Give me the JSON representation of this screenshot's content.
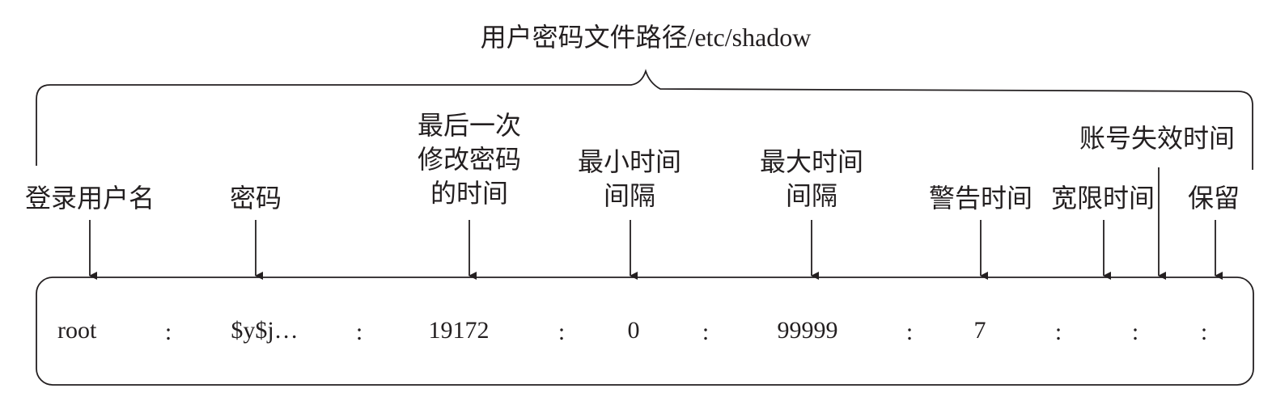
{
  "title": "用户密码文件路径/etc/shadow",
  "fields": [
    {
      "label_lines": [
        "登录用户名"
      ],
      "value": "root"
    },
    {
      "label_lines": [
        "密码"
      ],
      "value": "$y$j…"
    },
    {
      "label_lines": [
        "最后一次",
        "修改密码",
        "的时间"
      ],
      "value": "19172"
    },
    {
      "label_lines": [
        "最小时间",
        "间隔"
      ],
      "value": "0"
    },
    {
      "label_lines": [
        "最大时间",
        "间隔"
      ],
      "value": "99999"
    },
    {
      "label_lines": [
        "警告时间"
      ],
      "value": "7"
    },
    {
      "label_lines": [
        "宽限时间"
      ],
      "value": ""
    },
    {
      "label_lines": [
        "账号失效时间"
      ],
      "value": ""
    },
    {
      "label_lines": [
        "保留"
      ],
      "value": ""
    }
  ],
  "separator": ":",
  "colors": {
    "ink": "#231f20",
    "background": "#ffffff"
  }
}
